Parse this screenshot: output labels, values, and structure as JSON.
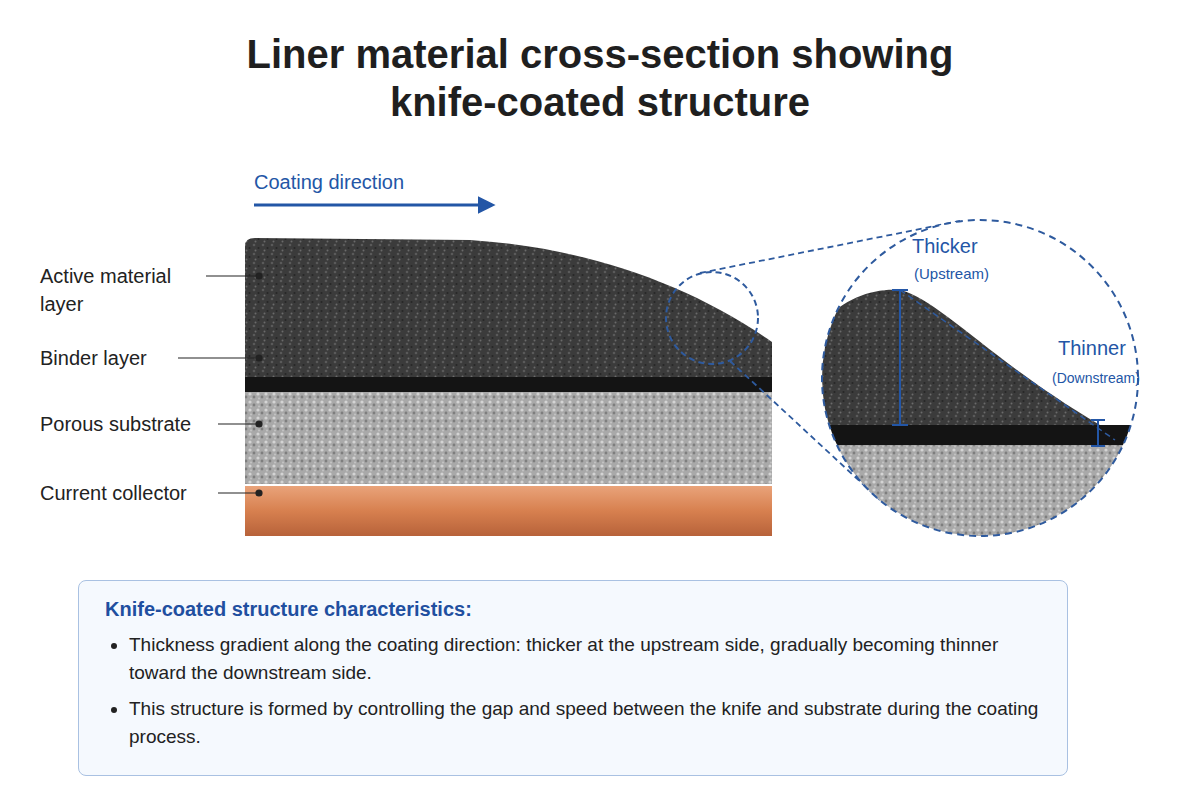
{
  "diagram": {
    "title": "Liner material cross-section showing knife-coated structure",
    "nodes": [
      {
        "text": [
          "Knife-coated structure characteristics:",
          "Thickness gradient along the coating direction: thicker at the upstream side, gradually becoming thinner toward the downstream side.",
          "This structure is formed by controlling the gap and speed between the knife and substrate during the coating process."
        ]
      }
    ],
    "labels": [
      "Coating direction",
      "Active material layer",
      "Binder layer",
      "Porous substrate",
      "Current collector",
      "Thicker",
      "(Upstream)",
      "Thinner",
      "(Downstream)"
    ]
  }
}
